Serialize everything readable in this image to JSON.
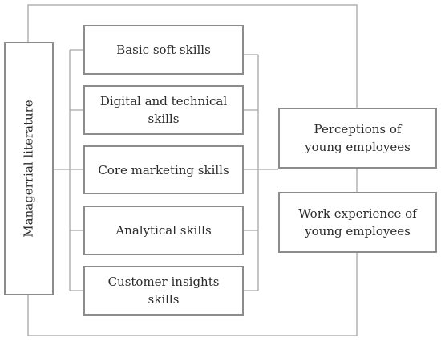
{
  "diagram": {
    "source": {
      "label": "Managerrial literature"
    },
    "skills": [
      {
        "label": "Basic soft skills"
      },
      {
        "label": "Digital and technical\nskills"
      },
      {
        "label": "Core marketing skills"
      },
      {
        "label": "Analytical skills"
      },
      {
        "label": "Customer insights\nskills"
      }
    ],
    "outcomes": [
      {
        "label": "Perceptions of\nyoung employees"
      },
      {
        "label": "Work experience of\nyoung employees"
      }
    ],
    "colors": {
      "line": "#a6a6a6",
      "box_border": "#8c8c8c",
      "text": "#2b2b2b"
    }
  }
}
